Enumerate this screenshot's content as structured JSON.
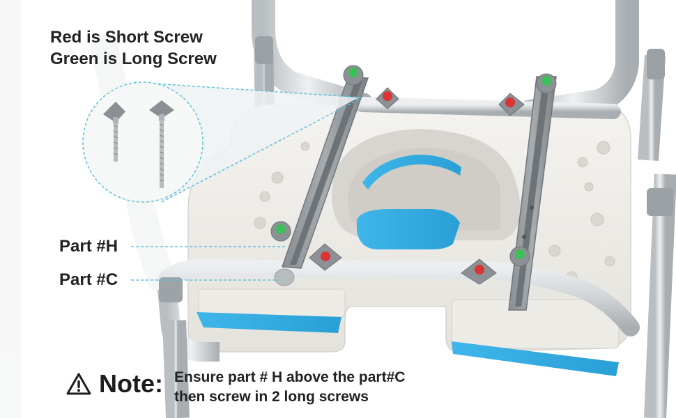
{
  "legend": {
    "line1": "Red is Short Screw",
    "line2": "Green is Long Screw"
  },
  "labels": {
    "part_h": "Part #H",
    "part_c": "Part #C"
  },
  "note": {
    "title": "Note:",
    "line1": "Ensure part # H above the part#C",
    "line2": "then screw in 2 long screws",
    "icon": "warning-triangle-icon"
  },
  "colors": {
    "short_screw": "#d93535",
    "long_screw": "#3dbf5a",
    "leader_line": "#5ac1e0",
    "seat_pad": "#31a8e0"
  }
}
